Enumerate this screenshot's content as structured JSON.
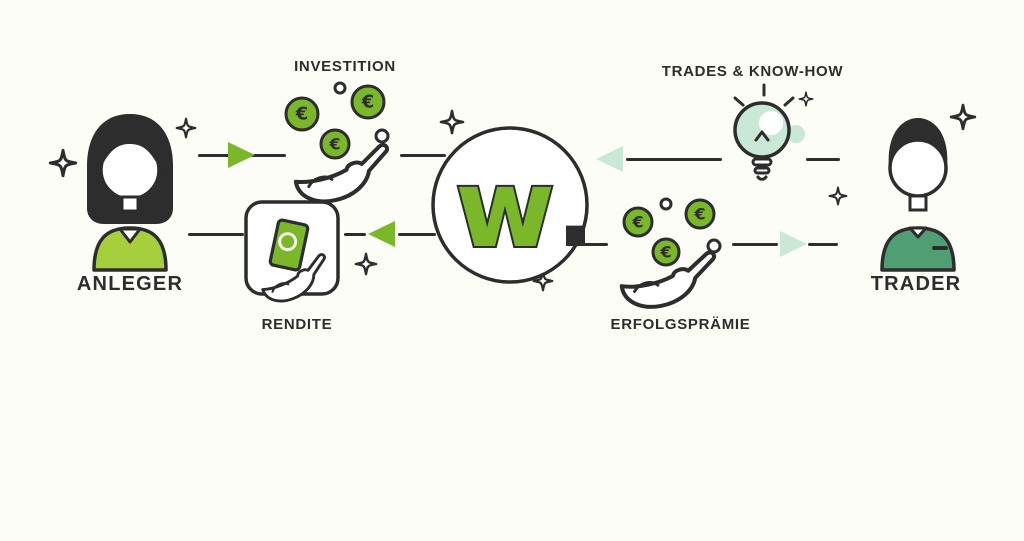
{
  "colors": {
    "bg": "#fdfdf8",
    "outline": "#2d2d2d",
    "green": "#7ab829",
    "mint": "#c9e8d5",
    "anleger_shirt": "#a6cf3d",
    "trader_shirt": "#4f9e74"
  },
  "actors": {
    "anleger": {
      "label": "ANLEGER"
    },
    "trader": {
      "label": "TRADER"
    }
  },
  "flows": {
    "investition": {
      "label": "INVESTITION",
      "from": "ANLEGER",
      "to": "wikifolio",
      "arrow_color": "green",
      "arrow_direction": "right"
    },
    "trades_know_how": {
      "label": "TRADES & KNOW-HOW",
      "from": "TRADER",
      "to": "wikifolio",
      "arrow_color": "mint",
      "arrow_direction": "left"
    },
    "rendite": {
      "label": "RENDITE",
      "from": "wikifolio",
      "to": "ANLEGER",
      "arrow_color": "green",
      "arrow_direction": "left"
    },
    "erfolgspraemie": {
      "label": "ERFOLGSPRÄMIE",
      "from": "wikifolio",
      "to": "TRADER",
      "arrow_color": "mint",
      "arrow_direction": "right"
    }
  },
  "center": {
    "logo_text": "w",
    "logo_dot": "."
  },
  "coin_symbol": "€"
}
